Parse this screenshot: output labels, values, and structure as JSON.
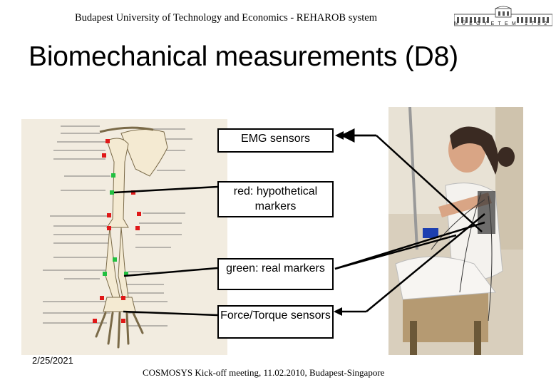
{
  "header": {
    "institution": "Budapest University of Technology and Economics - REHAROB system",
    "logo_caption": "MŰEGYETEM 1782"
  },
  "slide": {
    "title": "Biomechanical measurements (D8)",
    "labels": {
      "emg": "EMG sensors",
      "red": "red: hypothetical markers",
      "green": "green: real markers",
      "force": "Force/Torque sensors"
    },
    "images": {
      "anatomy": "arm-skeleton-diagram",
      "photo": "seated-subject-with-sensors"
    }
  },
  "footer": {
    "date": "2/25/2021",
    "meeting": "COSMOSYS Kick-off meeting, 11.02.2010, Budapest-Singapore"
  },
  "colors": {
    "marker_red": "#e01818",
    "marker_green": "#22c040",
    "bone": "#f4ead2",
    "bone_outline": "#7a6a48"
  }
}
